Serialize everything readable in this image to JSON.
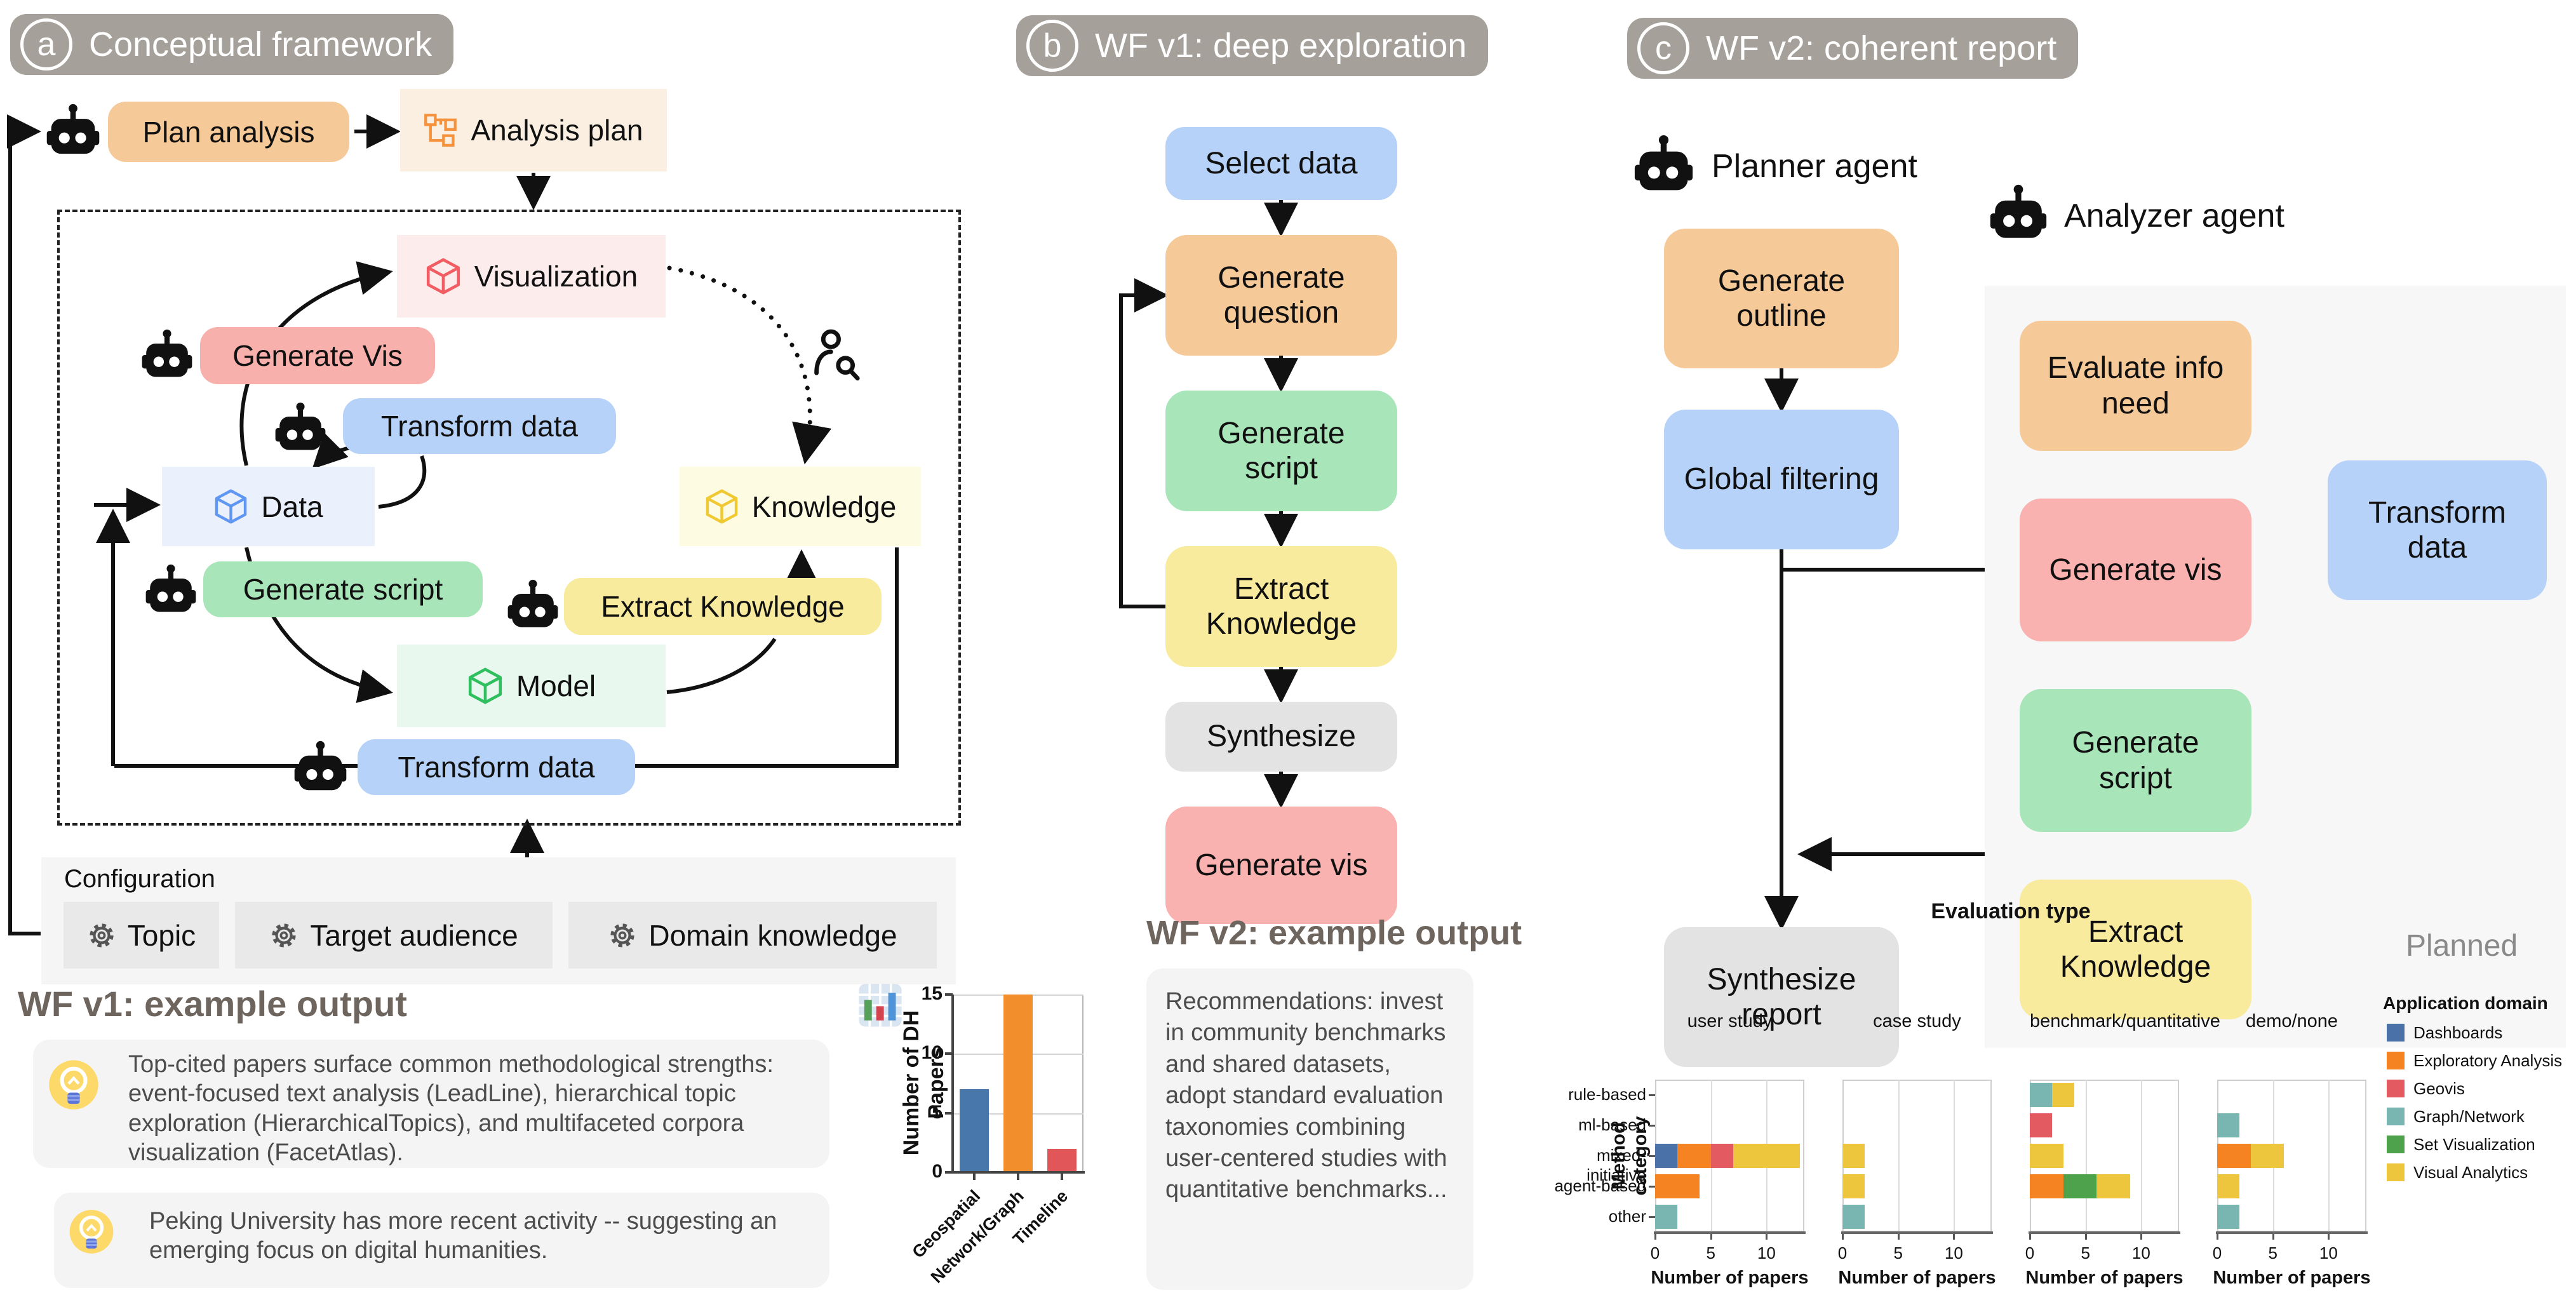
{
  "panel_a": {
    "badge": "a",
    "title": "Conceptual framework",
    "nodes": {
      "plan_analysis": "Plan analysis",
      "analysis_plan": "Analysis plan",
      "visualization": "Visualization",
      "generate_vis": "Generate Vis",
      "transform_data_top": "Transform data",
      "data": "Data",
      "generate_script": "Generate script",
      "knowledge": "Knowledge",
      "extract_knowledge": "Extract Knowledge",
      "model": "Model",
      "transform_data_bottom": "Transform data"
    },
    "config": {
      "title": "Configuration",
      "items": [
        "Topic",
        "Target audience",
        "Domain knowledge"
      ]
    }
  },
  "panel_b": {
    "badge": "b",
    "title": "WF v1: deep exploration",
    "steps": [
      "Select data",
      "Generate question",
      "Generate script",
      "Extract Knowledge",
      "Synthesize",
      "Generate vis"
    ]
  },
  "panel_c": {
    "badge": "c",
    "title": "WF v2: coherent report",
    "planner_label": "Planner agent",
    "analyzer_label": "Analyzer agent",
    "planner_steps": [
      "Generate outline",
      "Global filtering",
      "Synthesize report"
    ],
    "analyzer_steps": [
      "Evaluate info need",
      "Generate vis",
      "Generate script",
      "Extract Knowledge"
    ],
    "transform": "Transform data",
    "planned_label": "Planned"
  },
  "wf1_output": {
    "heading": "WF v1: example output",
    "bullets": [
      "Top-cited papers surface common methodological strengths: event-focused text analysis (LeadLine), hierarchical topic exploration (HierarchicalTopics), and multifaceted corpora visualization (FacetAtlas).",
      "Peking University has more recent activity -- suggesting an emerging focus on digital humanities."
    ]
  },
  "wf2_output": {
    "heading": "WF v2: example output",
    "text": "Recommendations: invest in community benchmarks and shared datasets, adopt standard evaluation taxonomies combining user-centered studies with quantitative benchmarks..."
  },
  "chart_data": [
    {
      "type": "bar",
      "title": "",
      "ylabel": "Number of DH Papers",
      "categories": [
        "Geospatial",
        "Network/Graph",
        "Timeline"
      ],
      "values": [
        7,
        15,
        2
      ],
      "colors": [
        "#4878ab",
        "#f28e2c",
        "#e15759"
      ],
      "ylim": [
        0,
        15
      ],
      "yticks": [
        0,
        5,
        10,
        15
      ],
      "grid": true
    },
    {
      "type": "bar-horizontal-stacked-faceted",
      "title": "Evaluation type",
      "xlabel": "Number of papers",
      "ylabel": "Method category",
      "facets": [
        "user study",
        "case study",
        "benchmark/quantitative",
        "demo/none"
      ],
      "categories": [
        "rule-based",
        "ml-based",
        "mixed-initiative",
        "agent-based",
        "other"
      ],
      "xticks": [
        0,
        5,
        10
      ],
      "xlim": [
        0,
        13.4
      ],
      "legend_title": "Application domain",
      "legend_position": "right",
      "series": [
        {
          "name": "Dashboards",
          "color": "#4a72a8"
        },
        {
          "name": "Exploratory Analysis",
          "color": "#f58321"
        },
        {
          "name": "Geovis",
          "color": "#e45a61"
        },
        {
          "name": "Graph/Network",
          "color": "#7ab6b1"
        },
        {
          "name": "Set Visualization",
          "color": "#4da24b"
        },
        {
          "name": "Visual Analytics",
          "color": "#eec63d"
        }
      ],
      "facet_data": {
        "user study": {
          "mixed-initiative": [
            [
              "Dashboards",
              2
            ],
            [
              "Exploratory Analysis",
              3
            ],
            [
              "Geovis",
              2
            ],
            [
              "Visual Analytics",
              6
            ]
          ],
          "agent-based": [
            [
              "Exploratory Analysis",
              4
            ]
          ],
          "other": [
            [
              "Graph/Network",
              2
            ]
          ]
        },
        "case study": {
          "mixed-initiative": [
            [
              "Visual Analytics",
              2
            ]
          ],
          "agent-based": [
            [
              "Visual Analytics",
              2
            ]
          ],
          "other": [
            [
              "Graph/Network",
              2
            ]
          ]
        },
        "benchmark/quantitative": {
          "rule-based": [
            [
              "Graph/Network",
              2
            ],
            [
              "Visual Analytics",
              2
            ]
          ],
          "ml-based": [
            [
              "Geovis",
              2
            ]
          ],
          "mixed-initiative": [
            [
              "Visual Analytics",
              3
            ]
          ],
          "agent-based": [
            [
              "Exploratory Analysis",
              3
            ],
            [
              "Set Visualization",
              3
            ],
            [
              "Visual Analytics",
              3
            ]
          ]
        },
        "demo/none": {
          "ml-based": [
            [
              "Graph/Network",
              2
            ]
          ],
          "mixed-initiative": [
            [
              "Exploratory Analysis",
              3
            ],
            [
              "Visual Analytics",
              3
            ]
          ],
          "agent-based": [
            [
              "Visual Analytics",
              2
            ]
          ],
          "other": [
            [
              "Graph/Network",
              2
            ]
          ]
        }
      }
    }
  ]
}
